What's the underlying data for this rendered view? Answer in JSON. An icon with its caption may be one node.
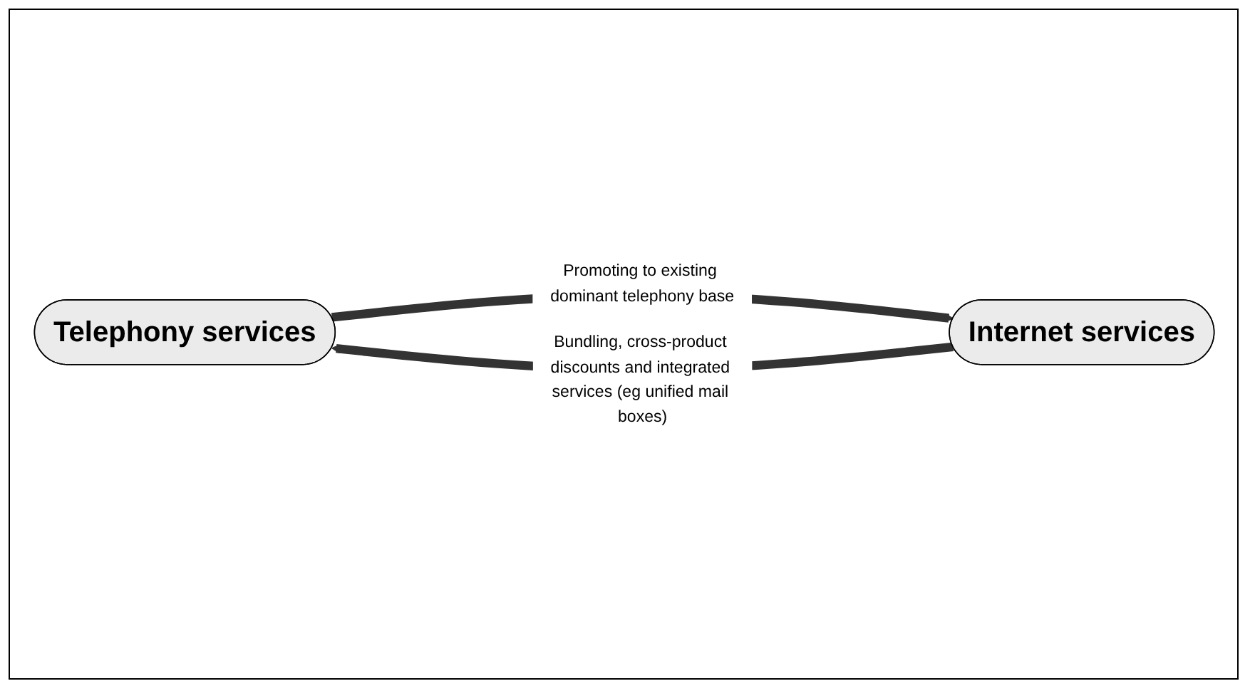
{
  "diagram": {
    "nodes": [
      {
        "text": [
          "Telephony services"
        ]
      },
      {
        "text": [
          "Internet services"
        ]
      }
    ],
    "edges": [
      {
        "from": 0,
        "to": 1,
        "arrow": "to",
        "label": "Promoting to existing dominant telephony base"
      },
      {
        "from": 1,
        "to": 0,
        "arrow": "to",
        "label": "Bundling, cross-product discounts and integrated services (eg unified mail boxes)"
      }
    ]
  }
}
